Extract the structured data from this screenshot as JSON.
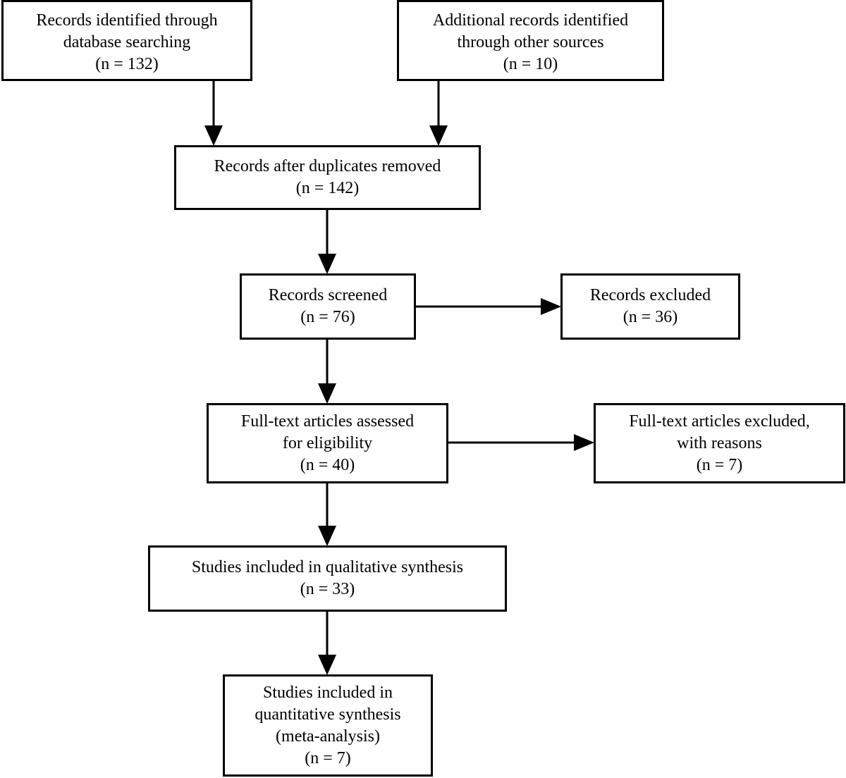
{
  "flowchart": {
    "identified_database": {
      "lines": [
        "Records identified through",
        "database searching",
        "(n = 132)"
      ]
    },
    "identified_other": {
      "lines": [
        "Additional records identified",
        "through other sources",
        "(n = 10)"
      ]
    },
    "after_duplicates": {
      "lines": [
        "Records after duplicates removed",
        "(n = 142)"
      ]
    },
    "screened": {
      "lines": [
        "Records screened",
        "(n = 76)"
      ]
    },
    "records_excluded": {
      "lines": [
        "Records excluded",
        "(n = 36)"
      ]
    },
    "full_text_assessed": {
      "lines": [
        "Full-text articles assessed",
        "for eligibility",
        "(n = 40)"
      ]
    },
    "full_text_excluded": {
      "lines": [
        "Full-text articles excluded,",
        "with reasons",
        "(n = 7)"
      ]
    },
    "qualitative": {
      "lines": [
        "Studies included in qualitative synthesis",
        "(n = 33)"
      ]
    },
    "quantitative": {
      "lines": [
        "Studies included in",
        "quantitative synthesis",
        "(meta-analysis)",
        "(n = 7)"
      ]
    }
  }
}
